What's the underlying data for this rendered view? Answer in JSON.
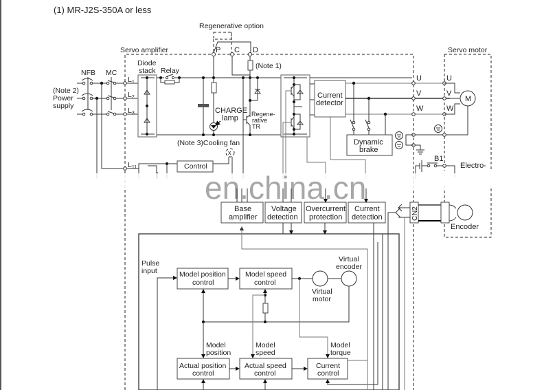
{
  "title": "(1) MR-J2S-350A or less",
  "sections": {
    "servo_amplifier": "Servo amplifier",
    "servo_motor": "Servo motor",
    "regenerative_option": "Regenerative option"
  },
  "power": {
    "nfb": "NFB",
    "mc": "MC",
    "supply_note": "(Note 2)",
    "supply_line1": "Power",
    "supply_line2": "supply",
    "l1": "L1",
    "l2": "L2",
    "l3": "L3",
    "l11": "L11"
  },
  "main_circuit": {
    "diode_stack_line1": "Diode",
    "diode_stack_line2": "stack",
    "relay": "Relay",
    "p": "P",
    "c": "C",
    "d": "D",
    "note1": "(Note 1)",
    "charge_lamp_line1": "CHARGE",
    "charge_lamp_line2": "lamp",
    "regen_tr_line1": "Regene-",
    "regen_tr_line2": "rative",
    "regen_tr_line3": "TR",
    "cooling_fan": "(Note 3)Cooling fan",
    "fan_symbol": "x",
    "control": "Control",
    "current_detector_line1": "Current",
    "current_detector_line2": "detector",
    "dynamic_brake_line1": "Dynamic",
    "dynamic_brake_line2": "brake"
  },
  "motor": {
    "u_amp": "U",
    "v_amp": "V",
    "w_amp": "W",
    "u_motor": "U",
    "v_motor": "V",
    "w_motor": "W",
    "motor_symbol": "M",
    "b1": "B1",
    "electro": "Electro-",
    "encoder": "Encoder",
    "cn2": "CN2"
  },
  "detection_blocks": [
    {
      "line1": "Base",
      "line2": "amplifier"
    },
    {
      "line1": "Voltage",
      "line2": "detection"
    },
    {
      "line1": "Overcurrent",
      "line2": "protection"
    },
    {
      "line1": "Current",
      "line2": "detection"
    }
  ],
  "control_blocks": {
    "pulse_input_line1": "Pulse",
    "pulse_input_line2": "input",
    "model_position_control": [
      "Model position",
      "control"
    ],
    "model_speed_control": [
      "Model speed",
      "control"
    ],
    "virtual_motor": [
      "Virtual",
      "motor"
    ],
    "virtual_encoder": [
      "Virtual",
      "encoder"
    ],
    "model_position": [
      "Model",
      "position"
    ],
    "model_speed": [
      "Model",
      "speed"
    ],
    "model_torque": [
      "Model",
      "torque"
    ],
    "actual_position_control": [
      "Actual position",
      "control"
    ],
    "actual_speed_control": [
      "Actual speed",
      "control"
    ],
    "current_control": [
      "Current",
      "control"
    ]
  },
  "watermark": "en.china.cn"
}
